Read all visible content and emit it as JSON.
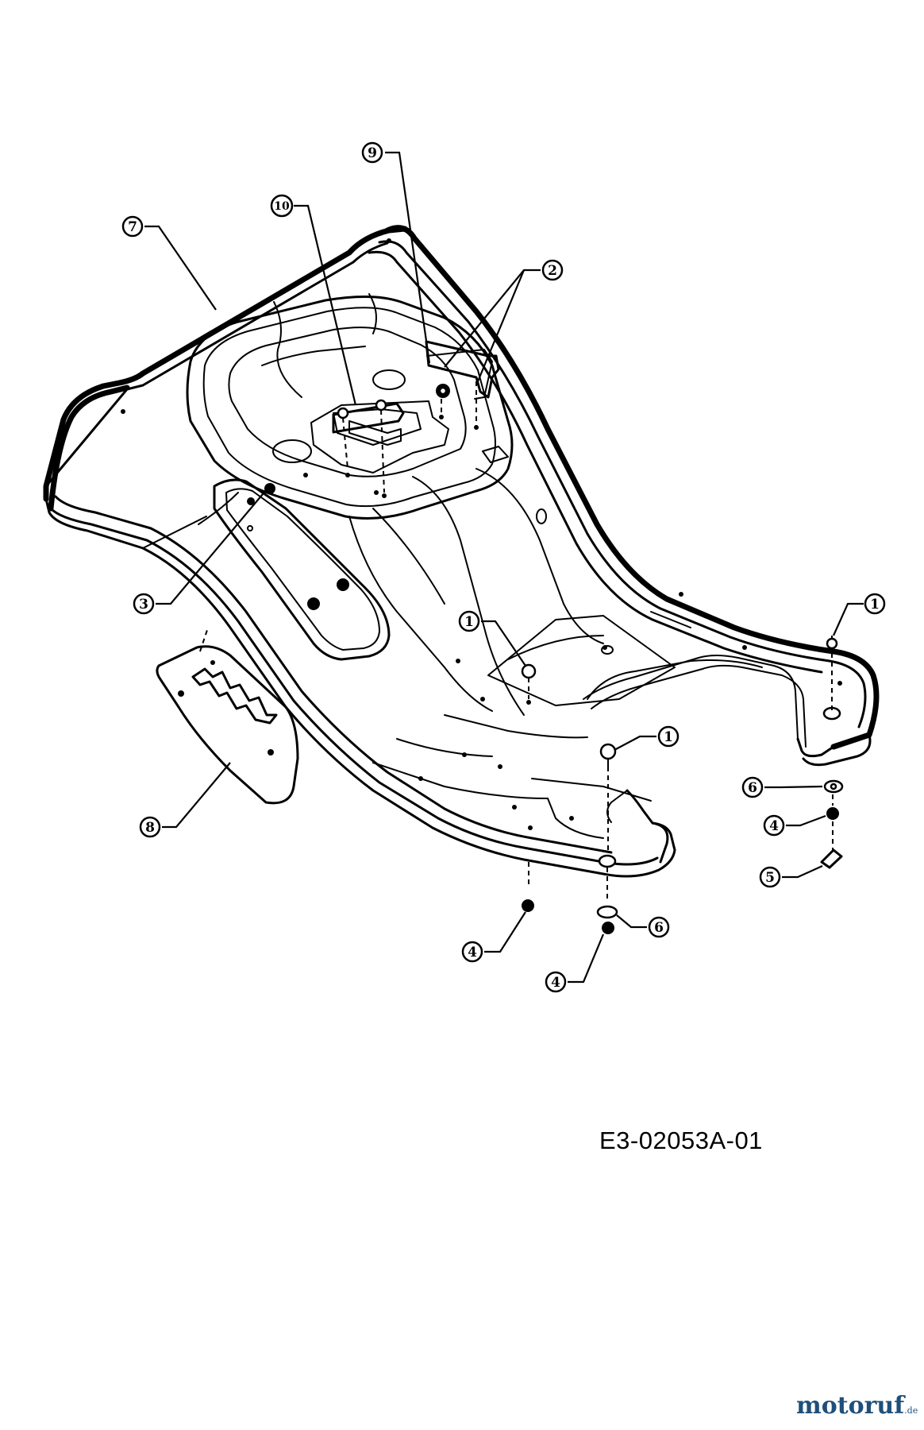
{
  "callouts": [
    {
      "id": "1",
      "label": "1"
    },
    {
      "id": "2",
      "label": "2"
    },
    {
      "id": "3",
      "label": "3"
    },
    {
      "id": "4",
      "label": "4"
    },
    {
      "id": "5",
      "label": "5"
    },
    {
      "id": "6",
      "label": "6"
    },
    {
      "id": "7",
      "label": "7"
    },
    {
      "id": "8",
      "label": "8"
    },
    {
      "id": "9",
      "label": "9"
    },
    {
      "id": "10",
      "label": "10"
    }
  ],
  "drawing_code": "E3-02053A-01",
  "watermark": {
    "brand_main": "motoruf",
    "brand_tld": ".de",
    "colors": {
      "main": "#1f4f7a",
      "accent": "#e07b1e"
    }
  }
}
